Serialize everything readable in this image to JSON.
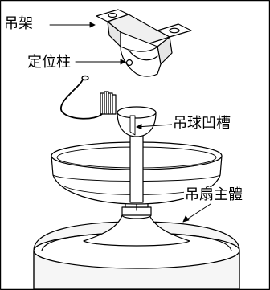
{
  "labels": {
    "hanger_bracket": "吊架",
    "locating_pin": "定位柱",
    "ball_groove": "吊球凹槽",
    "fan_body": "吊扇主體"
  }
}
